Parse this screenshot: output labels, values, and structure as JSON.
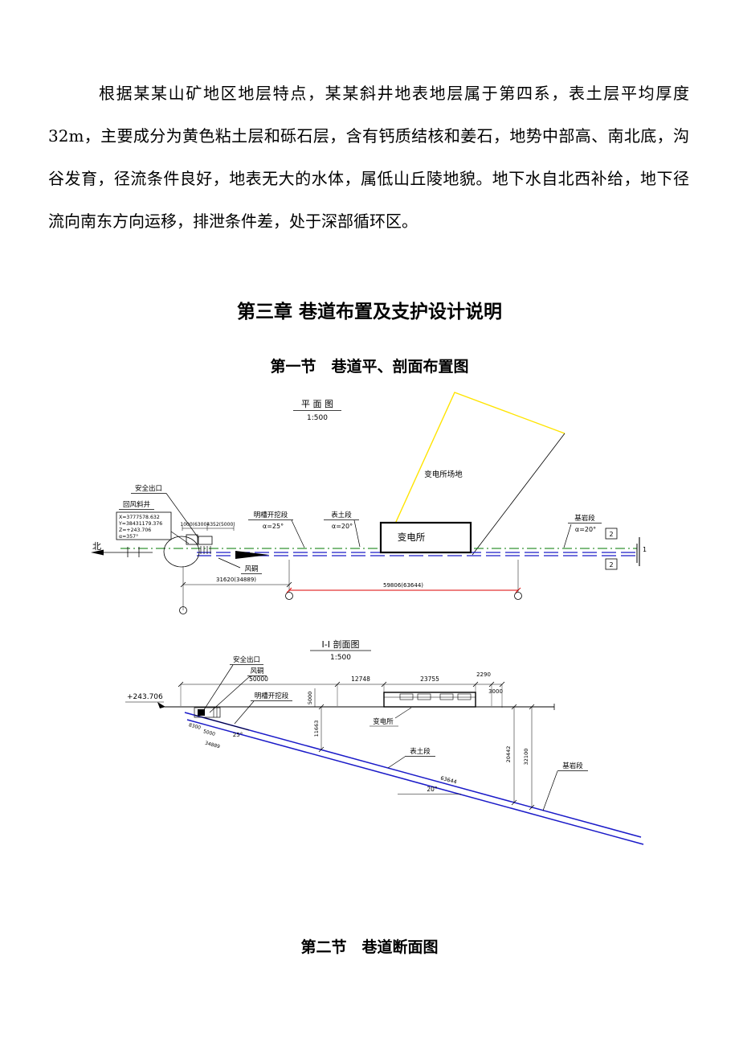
{
  "document": {
    "paragraph": "根据某某山矿地区地层特点，某某斜井地表地层属于第四系，表土层平均厚度32m，主要成分为黄色粘土层和砾石层，含有钙质结核和姜石，地势中部高、南北底，沟谷发育，径流条件良好，地表无大的水体，属低山丘陵地貌。地下水自北西补给，地下径流向南东方向运移，排泄条件差，处于深部循环区。",
    "chapter_title": "第三章 巷道布置及支护设计说明",
    "section1_title": "第一节　巷道平、剖面布置图",
    "section2_title": "第二节　巷道断面图"
  },
  "plan": {
    "title": "平 面 图",
    "scale": "1:500",
    "north_label": "北",
    "safety_exit": "安全出口",
    "return_air_shaft": "回风斜井",
    "shaft_coords": [
      "X=3777578.632",
      "Y=38431179.376",
      "Z=+243.706",
      "α=357°"
    ],
    "portal_dim1": "1000(6300)",
    "portal_dim2": "4352(5000)",
    "open_cut_label": "明槽开挖段",
    "open_cut_angle": "α=25°",
    "topsoil_label": "表土段",
    "topsoil_angle": "α=20°",
    "bedrock_label": "基岩段",
    "bedrock_angle": "α=20°",
    "substation_site": "变电所场地",
    "substation": "变电所",
    "air_duct": "风硐",
    "dim_left": "31620(34889)",
    "dim_right": "59806(63644)",
    "marker_1": "1",
    "marker_2a": "2",
    "marker_2b": "2",
    "colors": {
      "corridor_blue": "#1a1ac8",
      "center_green": "#007a00",
      "site_yellow": "#ffe400",
      "dim_red": "#dd0000"
    }
  },
  "profile": {
    "title": "I-I 剖面图",
    "scale": "1:500",
    "elevation": "+243.706",
    "safety_exit": "安全出口",
    "air_duct": "风硐",
    "open_cut_label": "明槽开挖段",
    "substation": "变电所",
    "topsoil_label": "表土段",
    "bedrock_label": "基岩段",
    "angle_25": "25°",
    "angle_20": "20°",
    "dims": {
      "d50000": "50000",
      "d12748": "12748",
      "d23755": "23755",
      "d2290": "2290",
      "d3000": "3000",
      "d5000_v": "5000",
      "d8300": "8300",
      "d5000_s": "5000",
      "d34889": "34889",
      "d11663": "11663",
      "d20442": "20442",
      "d32100": "32100",
      "d63644": "63644"
    }
  }
}
